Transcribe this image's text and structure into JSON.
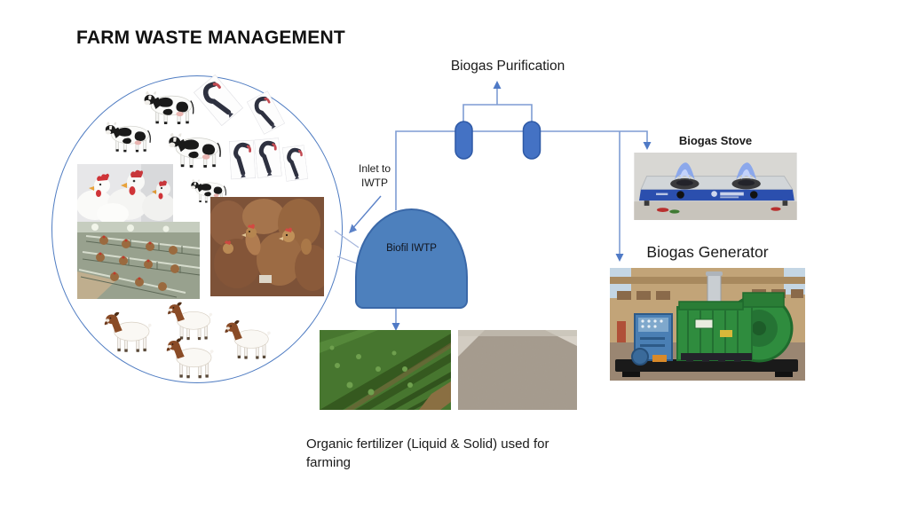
{
  "title": "FARM WASTE MANAGEMENT",
  "diagram": {
    "purification_label": "Biogas Purification",
    "inlet_label_line1": "Inlet to",
    "inlet_label_line2": "IWTP",
    "digester_label": "Biofil IWTP",
    "stove_label": "Biogas Stove",
    "generator_label": "Biogas Generator",
    "fertilizer_caption": "Organic fertilizer (Liquid & Solid) used for farming"
  },
  "images": {
    "farm_sources_circle": [
      "dairy-cows",
      "catfish",
      "broiler-chickens",
      "layer-battery-cages",
      "brown-hens",
      "goats"
    ],
    "stove_photo": "two-burner biogas stove with blue flames",
    "generator_photo": "green biogas generator set",
    "liquid_fertilizer_photo": "crop field fertilized with liquid organic fertilizer",
    "solid_fertilizer_photo": "solid organic fertilizer pile"
  },
  "colors": {
    "pipe_blue": "#7f9cd3",
    "arrow_blue": "#4f7ac6",
    "capsule_fill": "#4472c4",
    "capsule_stroke": "#2e59a6",
    "digester_fill": "#4d80bd",
    "digester_stroke": "#3a68a8",
    "circle_stroke": "#4f7cc2",
    "text_black": "#1a1a1a"
  }
}
